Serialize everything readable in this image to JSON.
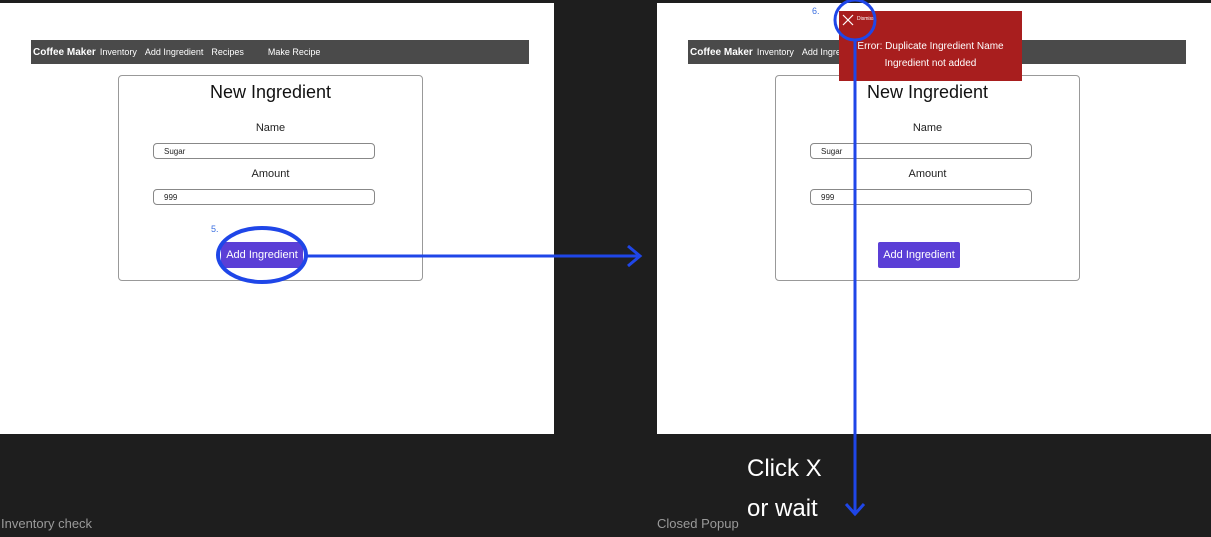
{
  "left_frame": {
    "navbar": {
      "brand": "Coffee Maker",
      "links": [
        "Inventory",
        "Add Ingredient",
        "Recipes",
        "Make Recipe"
      ]
    },
    "card": {
      "title": "New Ingredient",
      "name_label": "Name",
      "name_value": "Sugar",
      "amount_label": "Amount",
      "amount_value": "999",
      "button_label": "Add Ingredient"
    },
    "step_number": "5."
  },
  "right_frame": {
    "navbar": {
      "brand": "Coffee Maker",
      "links": [
        "Inventory",
        "Add Ingre"
      ]
    },
    "card": {
      "title": "New Ingredient",
      "name_label": "Name",
      "name_value": "Sugar",
      "amount_label": "Amount",
      "amount_value": "999",
      "button_label": "Add Ingredient"
    },
    "toast": {
      "dismiss_label": "Dismiss",
      "line1": "Error: Duplicate Ingredient Name",
      "line2": "Ingredient not added"
    },
    "step_number": "6."
  },
  "annotations": {
    "instruction_line1": "Click X",
    "instruction_line2": "or wait",
    "accent_color": "#1f46e8",
    "toast_color": "#a81e1e",
    "button_color": "#5b3fd6"
  },
  "captions": {
    "left": "Inventory check",
    "right": "Closed Popup"
  }
}
